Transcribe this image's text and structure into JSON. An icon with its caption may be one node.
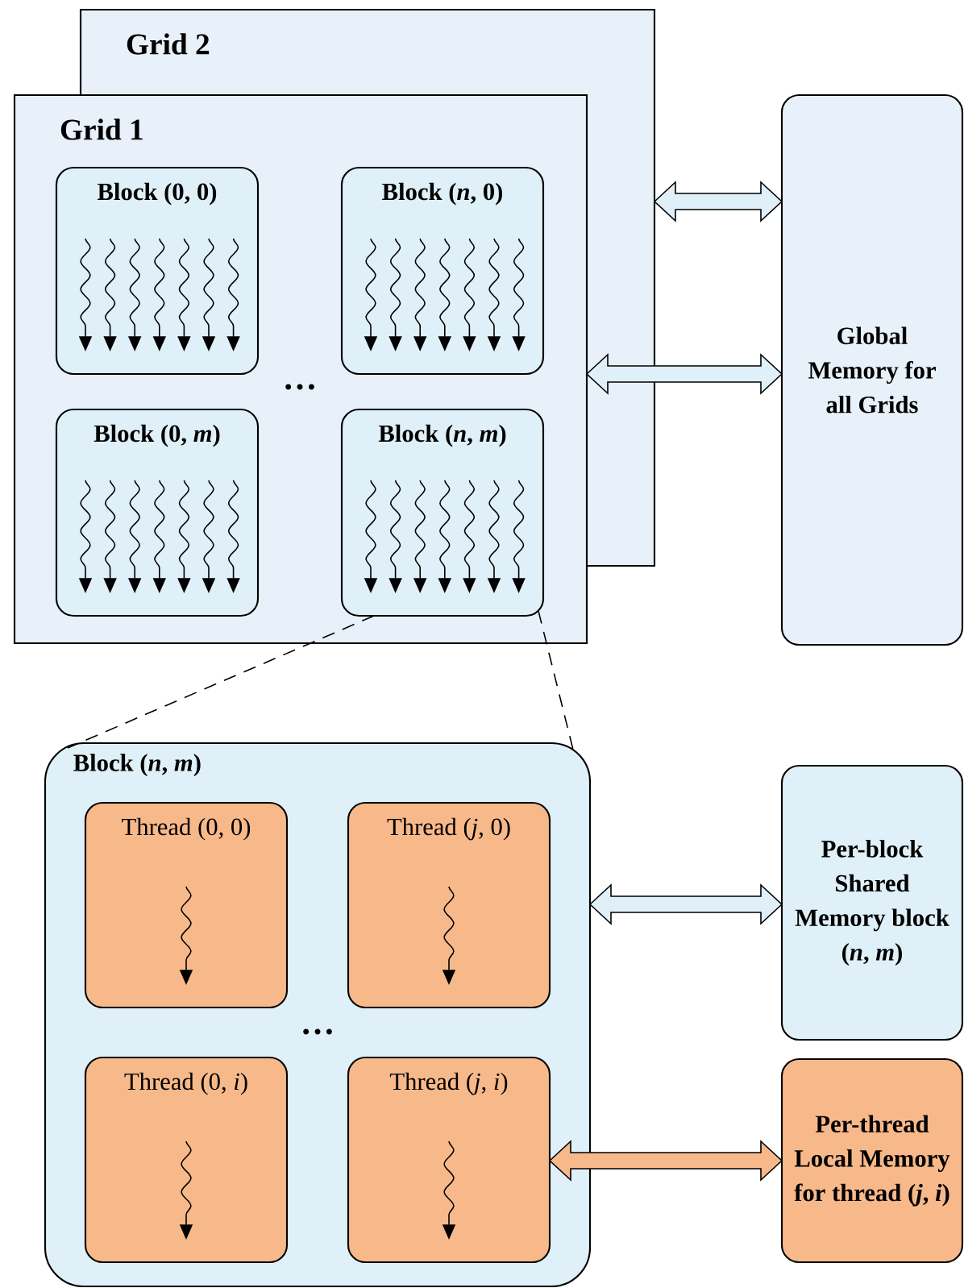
{
  "diagram": {
    "nodes": [
      {
        "text": [
          "Grid 2"
        ]
      },
      {
        "text": [
          "Grid 1"
        ]
      },
      {
        "text": [
          "Block (0, 0)"
        ],
        "in": 1
      },
      {
        "text": [
          "Block (*n*, 0)"
        ]
      },
      {
        "text": [
          "Block (0, *m*)"
        ],
        "in": 1
      },
      {
        "text": [
          "Block (*n*, *m*)"
        ],
        "in": 1
      },
      {
        "text": [
          "Global Memory for all Grids"
        ]
      },
      {
        "text": [
          "Block (*n*, *m*)"
        ]
      },
      {
        "text": [
          "Thread (0, 0)"
        ],
        "in": 7
      },
      {
        "text": [
          "Thread (*j*, 0)"
        ],
        "in": 7
      },
      {
        "text": [
          "Thread (0, *i*)"
        ],
        "in": 7
      },
      {
        "text": [
          "Thread (*j*, *i*)"
        ],
        "in": 7
      },
      {
        "text": [
          "Per-block Shared Memory block (*n*, *m*)"
        ]
      },
      {
        "text": [
          "Per-thread Local Memory for thread (*j*, *i*)"
        ]
      }
    ],
    "edges": [
      {
        "from": 0,
        "to": 6,
        "arrow": "both",
        "style": "thick"
      },
      {
        "from": 1,
        "to": 6,
        "arrow": "both",
        "style": "thick"
      },
      {
        "from": 5,
        "to": 7,
        "arrow": "none",
        "style": "dashed"
      },
      {
        "from": 5,
        "to": 7,
        "arrow": "none",
        "style": "dashed"
      },
      {
        "from": 7,
        "to": 12,
        "arrow": "both",
        "style": "thick"
      },
      {
        "from": 11,
        "to": 13,
        "arrow": "both",
        "style": "thick",
        "color": "#f8b98a"
      }
    ],
    "labels": [
      "…",
      "…"
    ]
  }
}
